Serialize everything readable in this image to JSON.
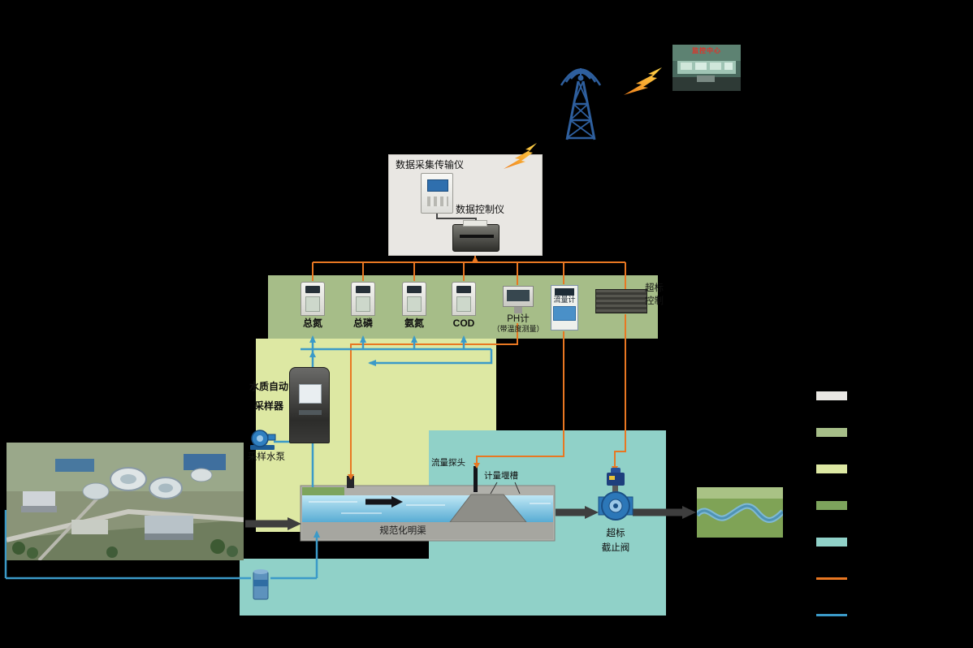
{
  "monitoring_center": {
    "label": "监控中心"
  },
  "data_box": {
    "title": "数据采集传输仪",
    "controller": "数据控制仪"
  },
  "analyzers": [
    {
      "label": "总氮"
    },
    {
      "label": "总磷"
    },
    {
      "label": "氨氮"
    },
    {
      "label": "COD"
    }
  ],
  "ph_meter": {
    "label": "PH计",
    "note": "（带温度测量）"
  },
  "flow_meter": {
    "label": "流量计"
  },
  "overflow_control": {
    "line1": "超标",
    "line2": "控制"
  },
  "sampler": {
    "line1": "水质自动",
    "line2": "采样器"
  },
  "sampling_pump": {
    "label": "采样水泵"
  },
  "channel": {
    "label": "规范化明渠",
    "flow_probe": "流量探头",
    "weir": "计量堰槽"
  },
  "shutoff_valve": {
    "line1": "超标",
    "line2": "截止阀"
  },
  "legend": {
    "items": [
      {
        "name": "swatch-gray",
        "type": "swatch",
        "color": "#e9e7e3"
      },
      {
        "name": "swatch-green",
        "type": "swatch",
        "color": "#a6bd88"
      },
      {
        "name": "swatch-yellow-green",
        "type": "swatch",
        "color": "#dde8a3"
      },
      {
        "name": "swatch-dark-green",
        "type": "swatch",
        "color": "#7da45c"
      },
      {
        "name": "swatch-teal",
        "type": "swatch",
        "color": "#90d1c8"
      },
      {
        "name": "line-orange",
        "type": "line",
        "color": "#e87722"
      },
      {
        "name": "line-blue",
        "type": "line",
        "color": "#3b9ac8"
      }
    ]
  },
  "colors": {
    "background": "#000000",
    "orange_signal_line": "#e87722",
    "blue_water_line": "#3b9ac8",
    "flow_arrow": "#3e3e3e",
    "region_gray": "#e9e7e3",
    "region_green": "#a6bd88",
    "region_yellow_green": "#dde8a3",
    "platform_dark_green": "#7da45c",
    "region_teal": "#90d1c8",
    "tower_blue": "#2e5f9e",
    "valve_blue": "#2c77b8",
    "lightning_yellow": "#ffd84a",
    "lightning_orange": "#f07f1a",
    "center_label_red": "#e23228"
  }
}
